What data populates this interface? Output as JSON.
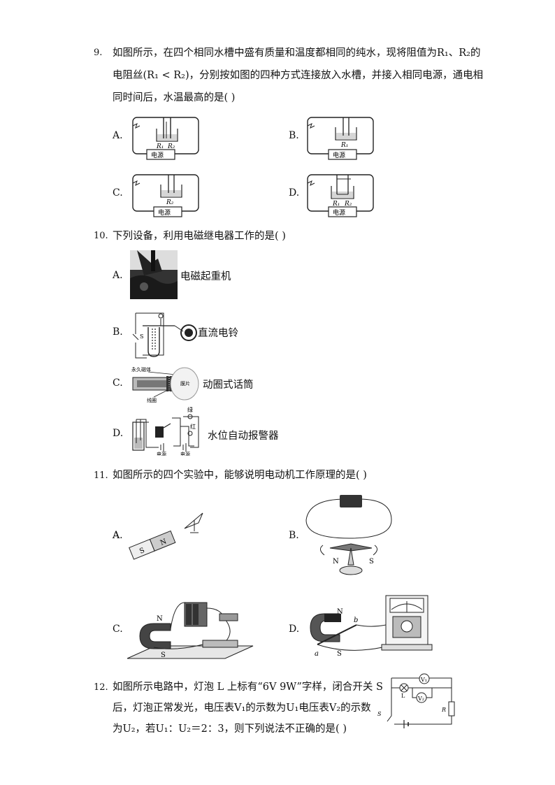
{
  "q9": {
    "num": "9.",
    "lines": [
      "如图所示，在四个相同水槽中盛有质量和温度都相同的纯水，现将阻值为R₁、R₂的",
      "电阻丝(R₁ < R₂)，分别按如图的四种方式连接放入水槽，并接入相同电源，通电相",
      "同时间后，水温最高的是(    )"
    ],
    "options": [
      "A.",
      "B.",
      "C.",
      "D."
    ],
    "fig_labels": {
      "a_r1": "R₁",
      "a_r2": "R₂",
      "b_r1": "R₁",
      "c_r2": "R₂",
      "d_r1": "R₁",
      "d_r2": "R₂",
      "power": "电源"
    }
  },
  "q10": {
    "num": "10.",
    "line": "下列设备，利用电磁继电器工作的是(    )",
    "options": [
      {
        "letter": "A.",
        "caption": "电磁起重机"
      },
      {
        "letter": "B.",
        "caption": "直流电铃"
      },
      {
        "letter": "C.",
        "caption": "动圈式话筒"
      },
      {
        "letter": "D.",
        "caption": "水位自动报警器"
      }
    ],
    "fig_labels": {
      "b_switch": "S",
      "c_magnet": "永久磁体",
      "c_diaphragm": "膜片",
      "c_coil": "线圈",
      "d_green": "绿",
      "d_red": "红",
      "d_power1": "电源",
      "d_power2": "电源"
    }
  },
  "q11": {
    "num": "11.",
    "line": "如图所示的四个实验中，能够说明电动机工作原理的是(    )",
    "options": [
      "A.",
      "B.",
      "C.",
      "D."
    ],
    "fig_labels": {
      "a_s": "S",
      "a_n": "N",
      "b_n": "N",
      "b_s": "S",
      "c_n": "N",
      "c_s": "S",
      "d_n": "N",
      "d_s": "S",
      "d_a": "a",
      "d_b": "b"
    }
  },
  "q12": {
    "num": "12.",
    "lines": [
      "如图所示电路中，灯泡 L 上标有“6V 9W”字样，闭合开关 S",
      "后，灯泡正常发光，电压表V₁的示数为U₁电压表V₂的示数",
      "为U₂，若U₁：U₂＝2：3，则下列说法不正确的是(    )"
    ],
    "fig_labels": {
      "v1": "V₁",
      "v2": "V₂",
      "l": "L",
      "r": "R",
      "s": "S"
    }
  }
}
